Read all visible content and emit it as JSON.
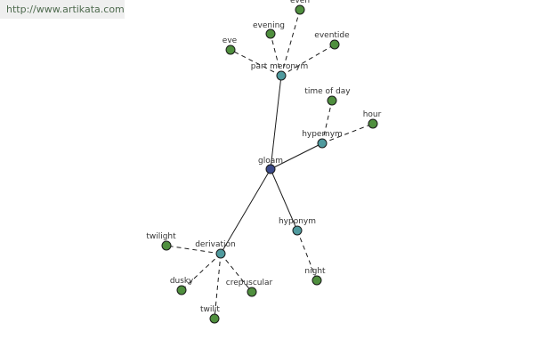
{
  "site": {
    "url_text": "http://www.artikata.com"
  },
  "colors": {
    "root": "#3b4a8a",
    "relation": "#4f9a9e",
    "term": "#4f8f3e",
    "edge": "#1a1a1a",
    "label": "#333333",
    "banner_bg": "#efefef",
    "banner_text": "#4f6b4f"
  },
  "graph": {
    "root": {
      "label": "gloam"
    },
    "relations": [
      {
        "id": "part-meronym",
        "label": "part meronym",
        "terms": [
          "even",
          "evening",
          "eve",
          "eventide"
        ]
      },
      {
        "id": "hypernym",
        "label": "hypernym",
        "terms": [
          "time of day",
          "hour"
        ]
      },
      {
        "id": "hyponym",
        "label": "hyponym",
        "terms": [
          "night"
        ]
      },
      {
        "id": "derivation",
        "label": "derivation",
        "terms": [
          "twilight",
          "dusky",
          "crepuscular",
          "twilit"
        ]
      }
    ]
  }
}
